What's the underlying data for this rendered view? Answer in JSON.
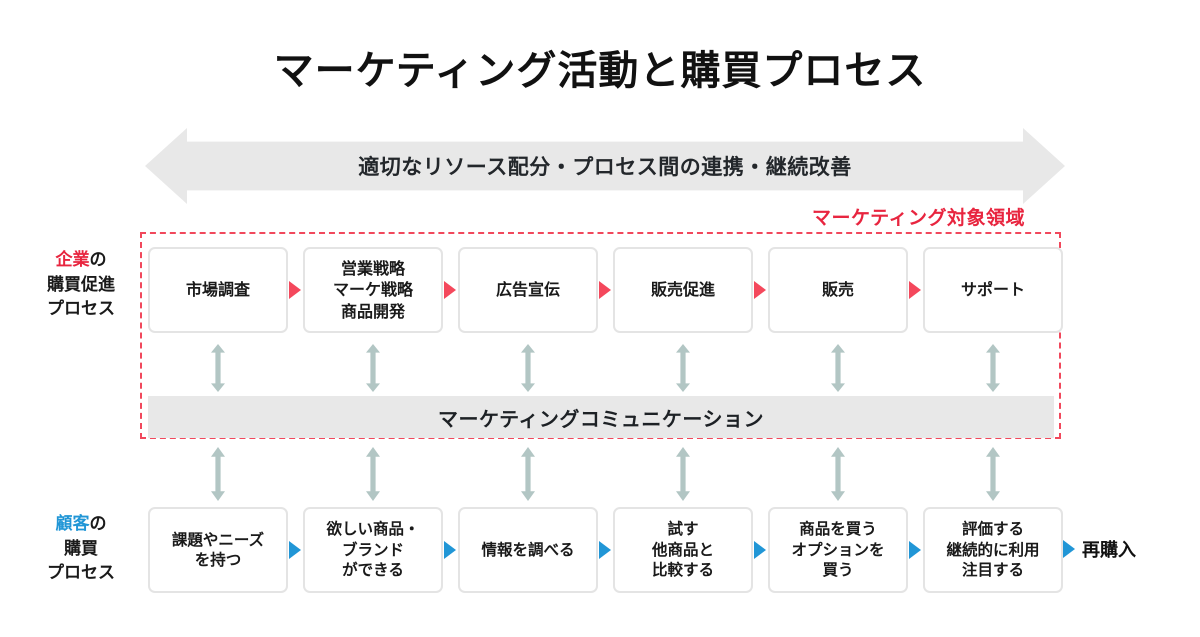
{
  "title": "マーケティング活動と購買プロセス",
  "banner": {
    "text": "適切なリソース配分・プロセス間の連携・継続改善",
    "shape": "double-headed-arrow",
    "color": "#e8e8e8"
  },
  "scope": {
    "label": "マーケティング対象領域",
    "border_color": "#f1485c",
    "border_style": "dashed"
  },
  "labels": {
    "company": {
      "accent": "企業",
      "accent_color": "#e8253f",
      "rest": "の",
      "line2": "購買促進",
      "line3": "プロセス"
    },
    "customer": {
      "accent": "顧客",
      "accent_color": "#2196d6",
      "rest": "の",
      "line2": "購買",
      "line3": "プロセス"
    }
  },
  "company_process": {
    "arrow_color": "#f4485c",
    "steps": [
      {
        "lines": [
          "市場調査"
        ]
      },
      {
        "lines": [
          "営業戦略",
          "マーケ戦略",
          "商品開発"
        ]
      },
      {
        "lines": [
          "広告宣伝"
        ]
      },
      {
        "lines": [
          "販売促進"
        ]
      },
      {
        "lines": [
          "販売"
        ]
      },
      {
        "lines": [
          "サポート"
        ]
      }
    ]
  },
  "communication": {
    "text": "マーケティングコミュニケーション",
    "background": "#e8e8e8"
  },
  "customer_process": {
    "arrow_color": "#2196d6",
    "steps": [
      {
        "lines": [
          "課題やニーズ",
          "を持つ"
        ]
      },
      {
        "lines": [
          "欲しい商品・",
          "ブランド",
          "ができる"
        ]
      },
      {
        "lines": [
          "情報を調べる"
        ]
      },
      {
        "lines": [
          "試す",
          "他商品と",
          "比較する"
        ]
      },
      {
        "lines": [
          "商品を買う",
          "オプションを",
          "買う"
        ]
      },
      {
        "lines": [
          "評価する",
          "継続的に利用",
          "注目する"
        ]
      }
    ],
    "final_label": "再購入"
  },
  "link_arrows": {
    "color": "#b2c6c4",
    "count_top": 6,
    "count_bottom": 6,
    "style": "double-headed-vertical"
  }
}
